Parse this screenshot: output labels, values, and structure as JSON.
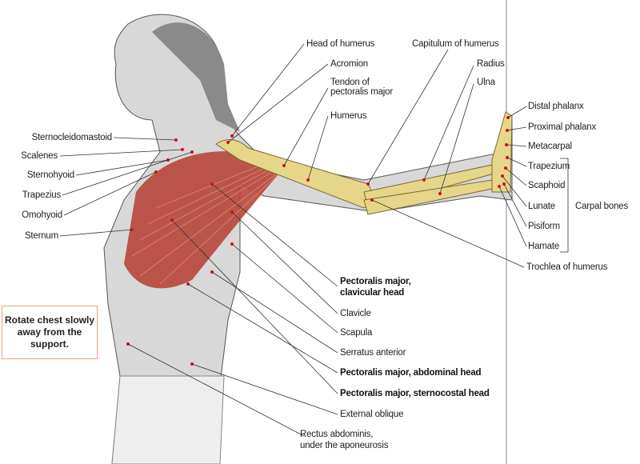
{
  "note": {
    "text": "Rotate chest slowly away from the support."
  },
  "labels_left": {
    "sternocleidomastoid": "Sternocleidomastoid",
    "scalenes": "Scalenes",
    "sternohyoid": "Sternohyoid",
    "trapezius": "Trapezius",
    "omohyoid": "Omohyoid",
    "sternum": "Sternum"
  },
  "labels_top": {
    "head_of_humerus": "Head of humerus",
    "acromion": "Acromion",
    "tendon_line1": "Tendon of",
    "tendon_line2": "pectoralis major",
    "humerus": "Humerus",
    "capitulum": "Capitulum of humerus",
    "radius": "Radius",
    "ulna": "Ulna"
  },
  "labels_hand": {
    "distal_phalanx": "Distal phalanx",
    "proximal_phalanx": "Proximal phalanx",
    "metacarpal": "Metacarpal",
    "trapezium": "Trapezium",
    "scaphoid": "Scaphoid",
    "lunate": "Lunate",
    "pisiform": "Pisiform",
    "hamate": "Hamate",
    "carpal_bones": "Carpal bones",
    "trochlea": "Trochlea of humerus"
  },
  "labels_bottom": {
    "pec_clavicular_1": "Pectoralis major,",
    "pec_clavicular_2": "clavicular head",
    "clavicle": "Clavicle",
    "scapula": "Scapula",
    "serratus": "Serratus anterior",
    "pec_abdominal": "Pectoralis major, abdominal head",
    "pec_sternocostal": "Pectoralis major, sternocostal head",
    "external_oblique": "External oblique",
    "rectus_1": "Rectus abdominis,",
    "rectus_2": "under the aponeurosis"
  },
  "colors": {
    "muscle": "#b8463a",
    "bone": "#e6d68a",
    "skin": "#d9d9d9",
    "marker": "#e01010",
    "note_border": "#e8a37c"
  }
}
